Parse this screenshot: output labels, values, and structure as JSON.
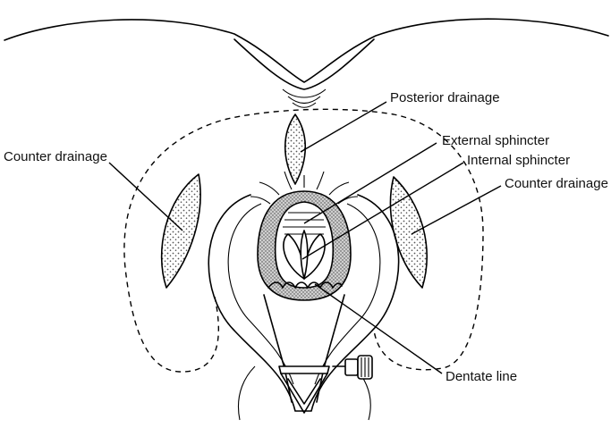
{
  "diagram": {
    "labels": {
      "posterior_drainage": "Posterior drainage",
      "external_sphincter": "External sphincter",
      "internal_sphincter": "Internal sphincter",
      "counter_drainage_left": "Counter drainage",
      "counter_drainage_right": "Counter drainage",
      "dentate_line": "Dentate line"
    },
    "colors": {
      "ink": "#000000",
      "paper": "#ffffff",
      "stipple": "#9a9a9a",
      "sphincter_fill": "#c8c8c8"
    }
  }
}
